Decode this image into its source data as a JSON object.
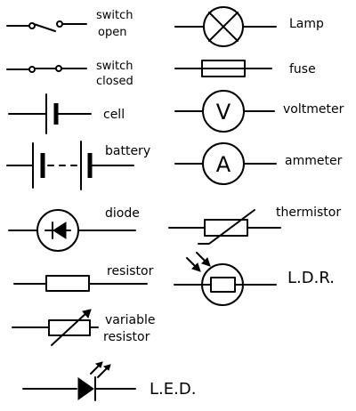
{
  "left_column": {
    "switch_open": {
      "label_line1": "switch",
      "label_line2": "open"
    },
    "switch_closed": {
      "label_line1": "switch",
      "label_line2": "closed"
    },
    "cell": {
      "label": "cell"
    },
    "battery": {
      "label": "battery"
    },
    "diode": {
      "label": "diode"
    },
    "resistor": {
      "label": "resistor"
    },
    "variable_resistor": {
      "label_line1": "variable",
      "label_line2": "resistor"
    },
    "led": {
      "label": "L.E.D."
    }
  },
  "right_column": {
    "lamp": {
      "label": "Lamp"
    },
    "fuse": {
      "label": "fuse"
    },
    "voltmeter": {
      "label": "voltmeter",
      "letter": "V"
    },
    "ammeter": {
      "label": "ammeter",
      "letter": "A"
    },
    "thermistor": {
      "label": "thermistor"
    },
    "ldr": {
      "label": "L.D.R."
    }
  }
}
